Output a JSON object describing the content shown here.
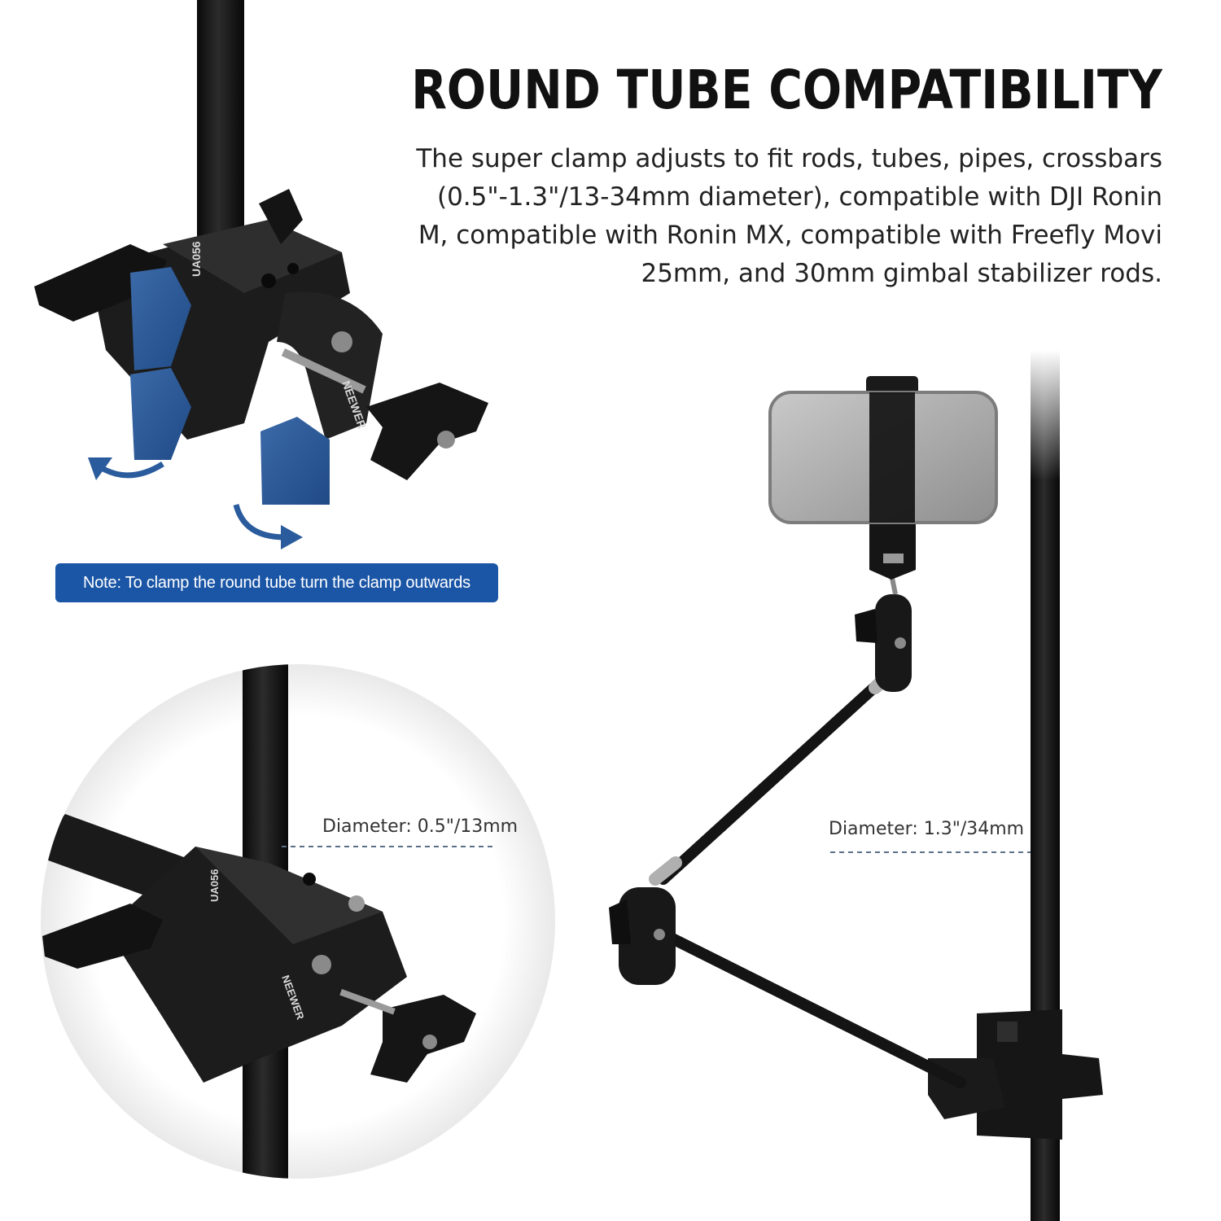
{
  "header": {
    "title": "ROUND TUBE COMPATIBILITY",
    "description": "The super clamp adjusts to fit rods, tubes, pipes, crossbars (0.5\"-1.3\"/13-34mm diameter), compatible with DJI Ronin M, compatible with Ronin MX, compatible with Freefly Movi 25mm, and 30mm gimbal stabilizer rods."
  },
  "note": {
    "text": "Note: To clamp the round tube turn the clamp outwards"
  },
  "diameters": {
    "small": "Diameter: 0.5\"/13mm",
    "large": "Diameter: 1.3\"/34mm"
  },
  "clamp_markings": {
    "model": "UA056",
    "brand": "NEEWER"
  },
  "colors": {
    "note_background": "#1b56a6",
    "accent_blue": "#2d5a96",
    "title_text": "#111111",
    "body_text": "#222222"
  }
}
